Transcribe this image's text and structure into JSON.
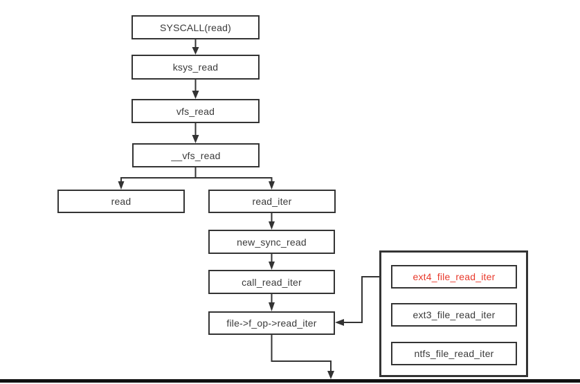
{
  "diagram": {
    "type": "flowchart",
    "description": "Linux kernel read() syscall call chain",
    "nodes": {
      "syscall": {
        "label": "SYSCALL(read)"
      },
      "ksys_read": {
        "label": "ksys_read"
      },
      "vfs_read": {
        "label": "vfs_read"
      },
      "uvfs_read": {
        "label": "__vfs_read"
      },
      "read": {
        "label": "read"
      },
      "read_iter": {
        "label": "read_iter"
      },
      "new_sync_read": {
        "label": "new_sync_read"
      },
      "call_read_iter": {
        "label": "call_read_iter"
      },
      "file_fop_read_iter": {
        "label": "file->f_op->read_iter"
      },
      "ext4": {
        "label": "ext4_file_read_iter",
        "color": "#e8392b"
      },
      "ext3": {
        "label": "ext3_file_read_iter"
      },
      "ntfs": {
        "label": "ntfs_file_read_iter"
      }
    },
    "edges": [
      {
        "from": "syscall",
        "to": "ksys_read"
      },
      {
        "from": "ksys_read",
        "to": "vfs_read"
      },
      {
        "from": "vfs_read",
        "to": "uvfs_read"
      },
      {
        "from": "uvfs_read",
        "to": "read"
      },
      {
        "from": "uvfs_read",
        "to": "read_iter"
      },
      {
        "from": "read_iter",
        "to": "new_sync_read"
      },
      {
        "from": "new_sync_read",
        "to": "call_read_iter"
      },
      {
        "from": "call_read_iter",
        "to": "file_fop_read_iter"
      },
      {
        "from": "ext4",
        "to": "file_fop_read_iter"
      },
      {
        "from": "file_fop_read_iter",
        "to": "continues-below"
      }
    ],
    "colors": {
      "stroke": "#333333",
      "text": "#3a3a3a",
      "highlight": "#e8392b",
      "bottom_bar": "#111111",
      "background": "#ffffff"
    }
  }
}
